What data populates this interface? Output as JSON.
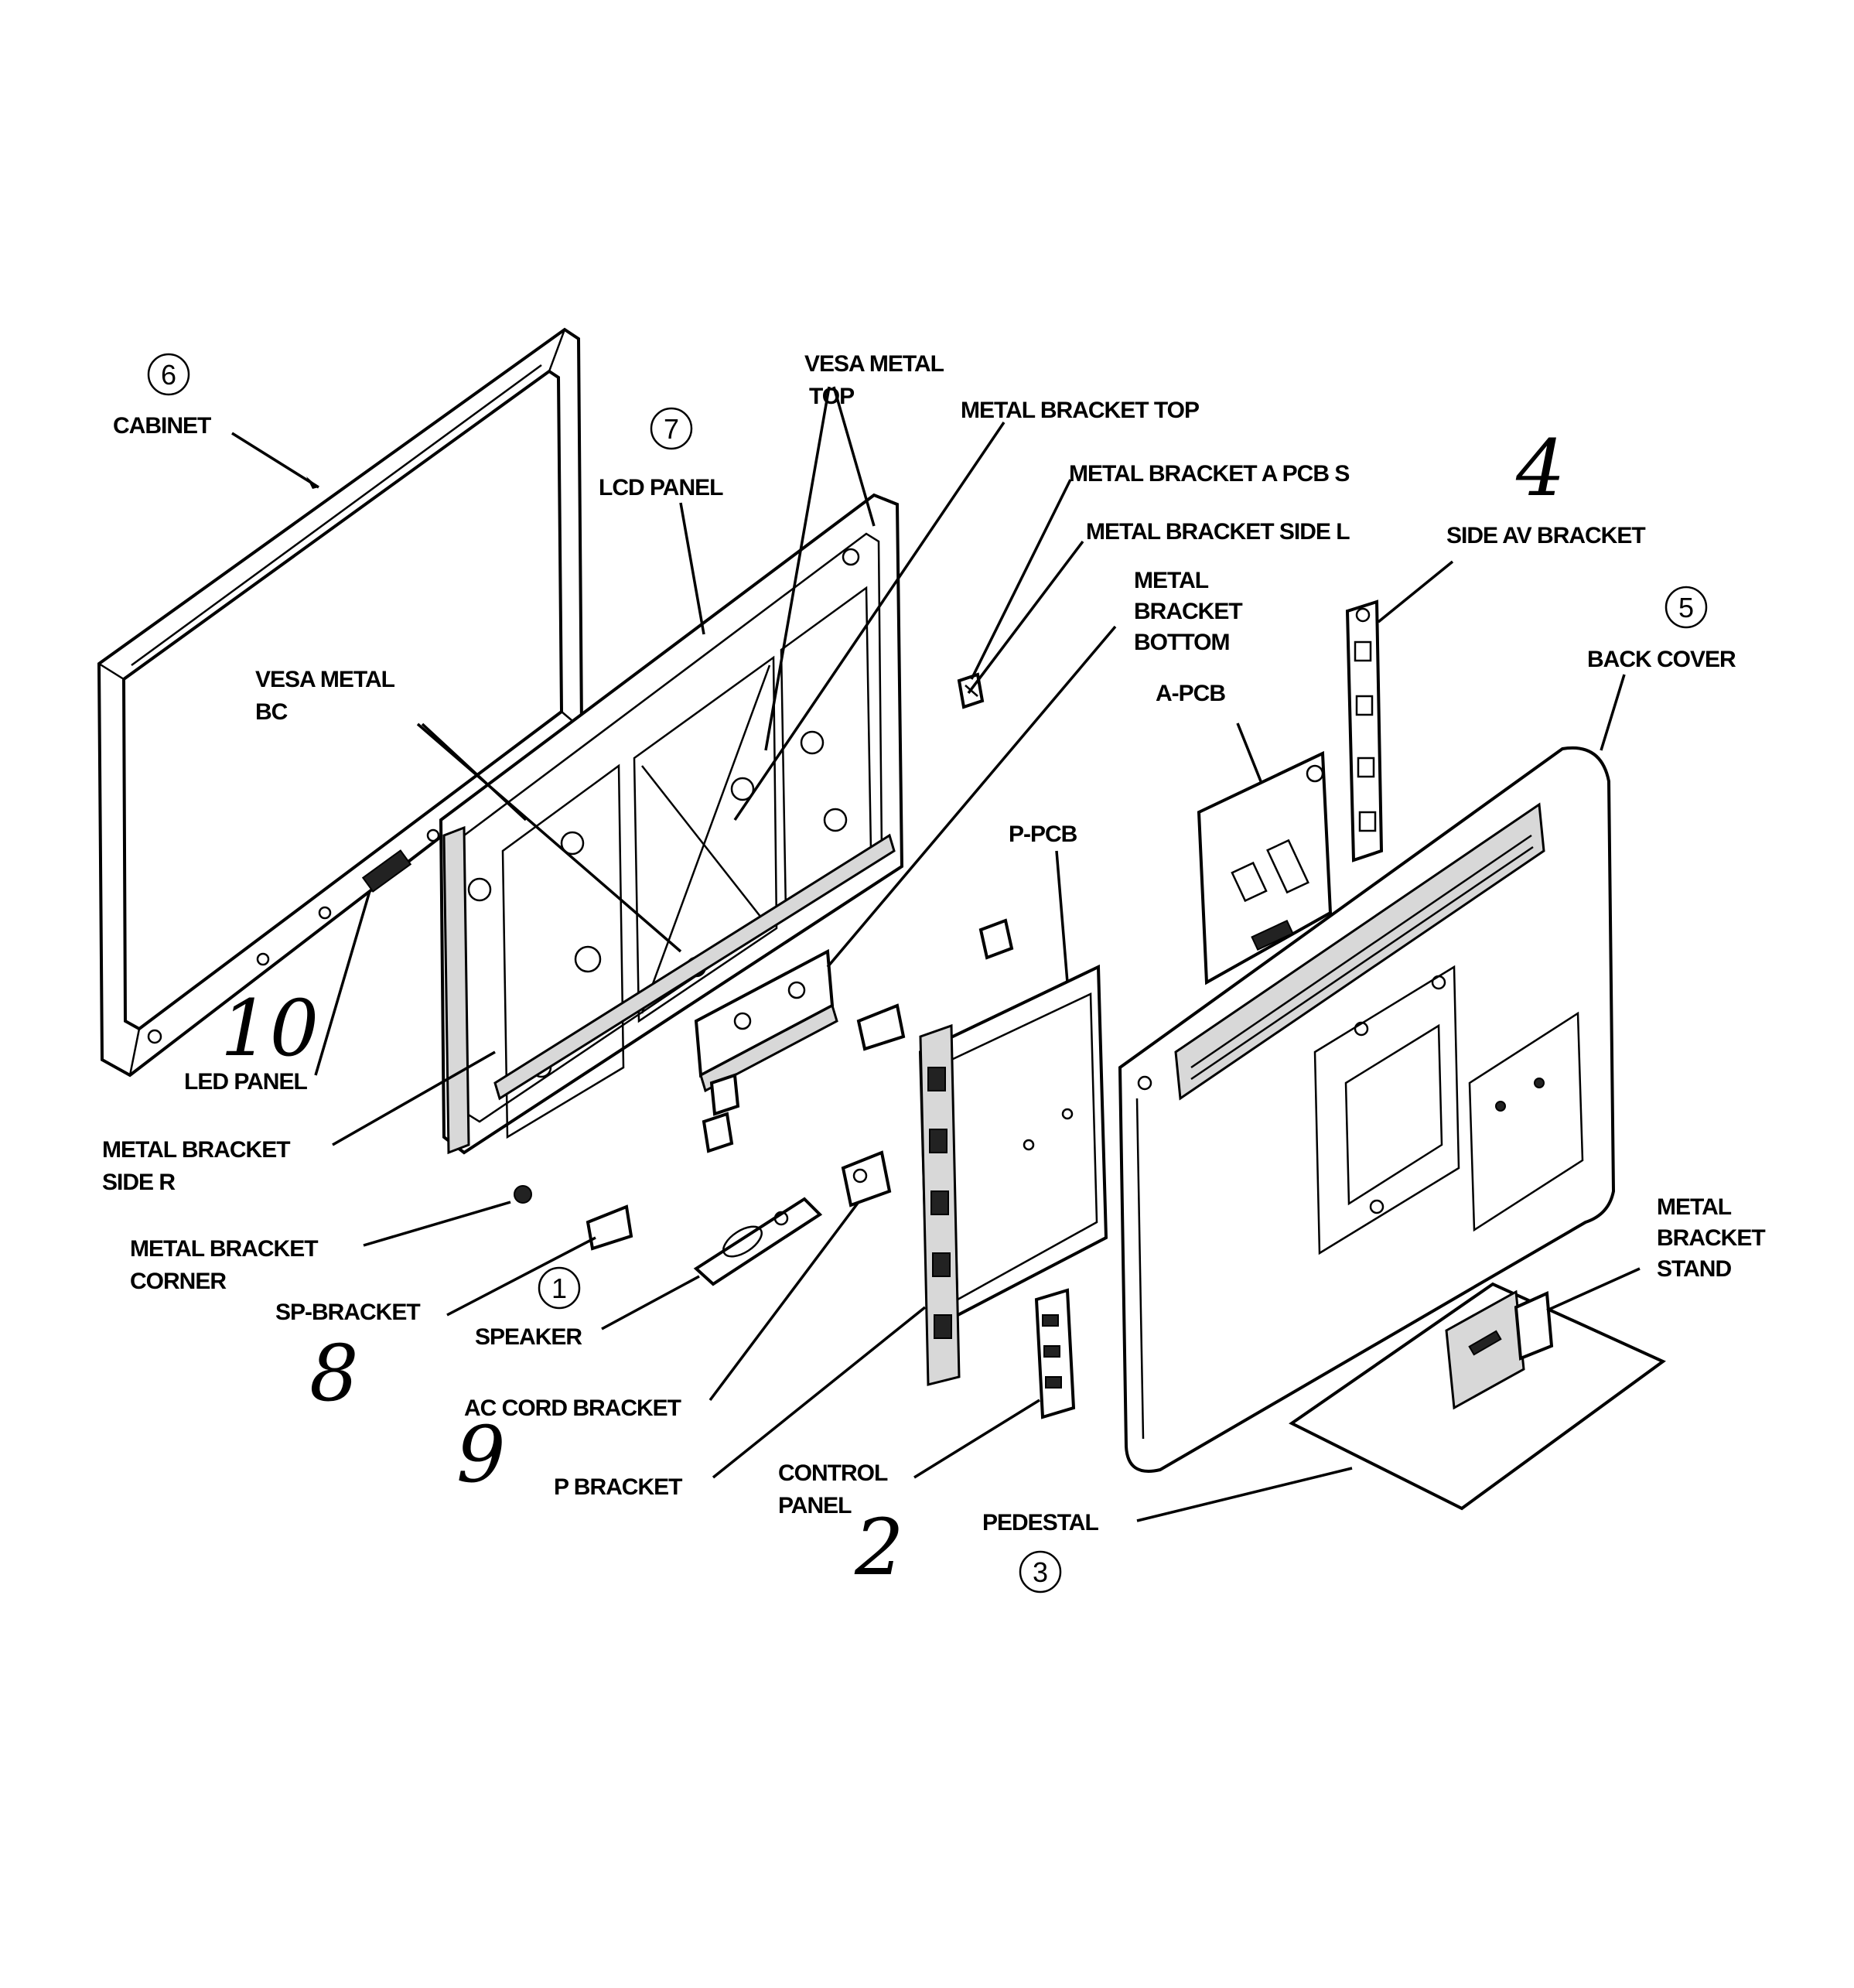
{
  "labels": {
    "cabinet": "CABINET",
    "vesa_metal_top_line1": "VESA METAL",
    "vesa_metal_top_line2": "TOP",
    "metal_bracket_top": "METAL BRACKET TOP",
    "lcd_panel": "LCD PANEL",
    "metal_bracket_a_pcb_s": "METAL BRACKET A PCB S",
    "metal_bracket_side_l": "METAL BRACKET SIDE L",
    "side_av_bracket": "SIDE AV BRACKET",
    "metal_bracket_bottom_line1": "METAL",
    "metal_bracket_bottom_line2": "BRACKET",
    "metal_bracket_bottom_line3": "BOTTOM",
    "back_cover": "BACK COVER",
    "vesa_metal_bc_line1": "VESA METAL",
    "vesa_metal_bc_line2": "BC",
    "a_pcb": "A-PCB",
    "p_pcb": "P-PCB",
    "led_panel": "LED PANEL",
    "metal_bracket_side_r_line1": "METAL BRACKET",
    "metal_bracket_side_r_line2": "SIDE R",
    "metal_bracket_corner_line1": "METAL BRACKET",
    "metal_bracket_corner_line2": "CORNER",
    "sp_bracket": "SP-BRACKET",
    "speaker": "SPEAKER",
    "ac_cord_bracket": "AC CORD BRACKET",
    "p_bracket": "P BRACKET",
    "control_panel_line1": "CONTROL",
    "control_panel_line2": "PANEL",
    "pedestal": "PEDESTAL",
    "metal_bracket_stand_line1": "METAL",
    "metal_bracket_stand_line2": "BRACKET",
    "metal_bracket_stand_line3": "STAND"
  },
  "circled_numbers": {
    "cabinet": "6",
    "lcd_panel": "7",
    "back_cover": "5",
    "speaker": "1",
    "pedestal": "3"
  },
  "handwritten_numbers": {
    "side_av_bracket": "4",
    "led_panel": "10",
    "sp_bracket": "8",
    "ac_cord_bracket": "9",
    "control_panel": "2"
  }
}
